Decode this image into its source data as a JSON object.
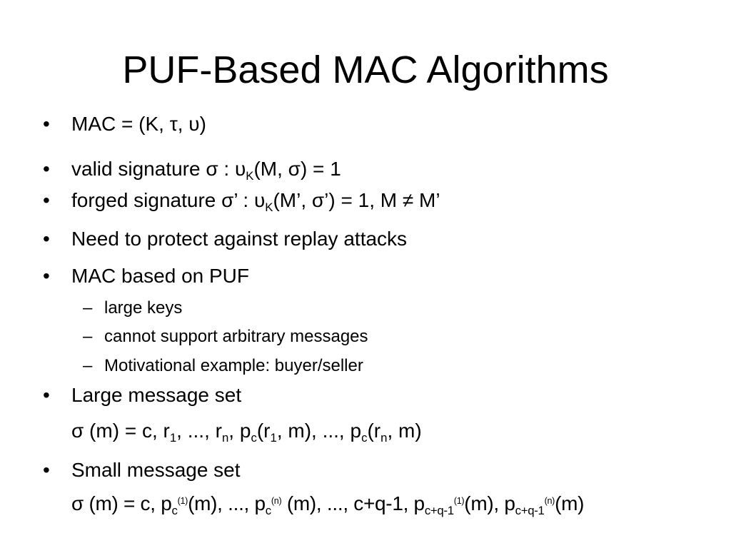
{
  "slide": {
    "title": "PUF-Based MAC Algorithms",
    "bullet_glyph": "•",
    "dash_glyph": "–",
    "items": {
      "mac": "MAC = (K, τ, υ)",
      "valid": {
        "prefix": "valid signature σ  :     υ",
        "sub": "K",
        "suffix": "(M, σ) = 1"
      },
      "forged": {
        "prefix": "forged signature σ’ : υ",
        "sub": "K",
        "suffix": "(M’, σ’) = 1, M ≠ M’"
      },
      "replay": "Need to protect against replay attacks",
      "puf": "MAC based on PUF",
      "sub_items": [
        "large keys",
        "cannot support arbitrary messages",
        "Motivational example: buyer/seller"
      ],
      "large_set": "Large message set",
      "large_formula": {
        "p1": "σ (m) = c, r",
        "s1": "1",
        "p2": ", ..., r",
        "s2": "n",
        "p3": ", p",
        "s3": "c",
        "p4": "(r",
        "s4": "1",
        "p5": ", m), ..., p",
        "s5": "c",
        "p6": "(r",
        "s6": "n",
        "p7": ", m)"
      },
      "small_set": "Small message set",
      "small_formula": {
        "p1": "σ (m) = c, p",
        "s1": "c",
        "u1": "(1)",
        "p2": "(m), ..., p",
        "s2": "c",
        "u2": "(n)",
        "p3": " (m), ..., c+q-1, p",
        "s3": "c+q-1",
        "u3": "(1)",
        "p4": "(m), p",
        "s4": "c+q-1",
        "u4": "(n)",
        "p5": "(m)"
      }
    }
  }
}
